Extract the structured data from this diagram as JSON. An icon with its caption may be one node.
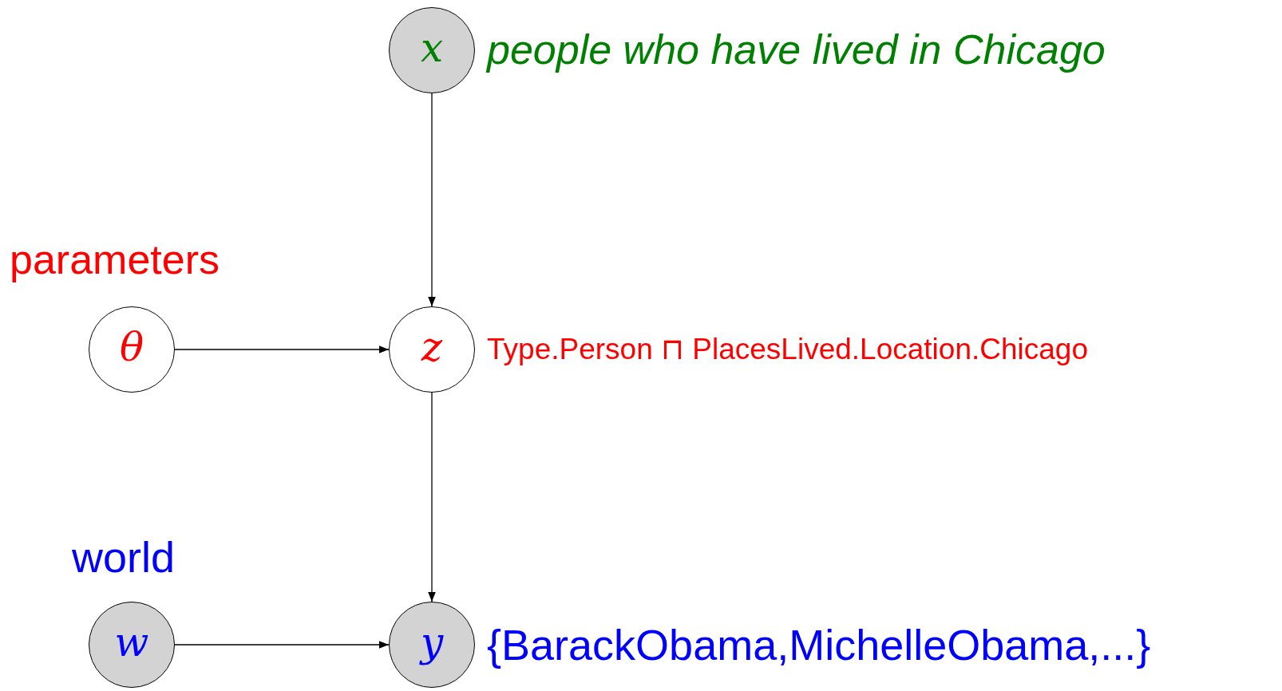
{
  "diagram": {
    "nodes": [
      {
        "text": [
          "x"
        ],
        "beside": [
          "people who have lived in Chicago"
        ]
      },
      {
        "text": [
          "θ"
        ],
        "beside": [
          "parameters"
        ]
      },
      {
        "text": [
          "z"
        ],
        "beside": [
          "Type.Person ⊓ PlacesLived.Location.Chicago"
        ]
      },
      {
        "text": [
          "w"
        ],
        "beside": [
          "world"
        ]
      },
      {
        "text": [
          "y"
        ],
        "beside": [
          "{BarackObama,MichelleObama,...}"
        ]
      }
    ],
    "edges": [
      {
        "from": 0,
        "to": 2,
        "arrow": "to"
      },
      {
        "from": 1,
        "to": 2,
        "arrow": "to"
      },
      {
        "from": 2,
        "to": 4,
        "arrow": "to"
      },
      {
        "from": 3,
        "to": 4,
        "arrow": "to"
      }
    ]
  }
}
